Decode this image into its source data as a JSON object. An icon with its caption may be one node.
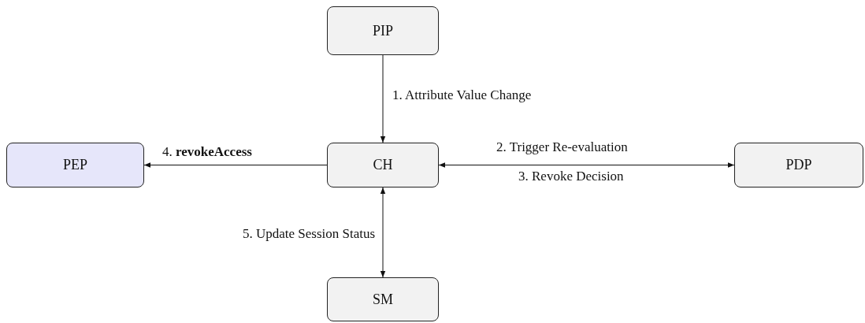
{
  "diagram": {
    "nodes": [
      {
        "text": [
          "PIP"
        ]
      },
      {
        "text": [
          "PEP"
        ]
      },
      {
        "text": [
          "CH"
        ]
      },
      {
        "text": [
          "PDP"
        ]
      },
      {
        "text": [
          "SM"
        ]
      }
    ],
    "edges": [
      {
        "from": 0,
        "to": 2,
        "arrow": "to",
        "label": "1. Attribute Value Change"
      },
      {
        "from": 2,
        "to": 1,
        "arrow": "to",
        "label": "4. **revokeAccess**"
      },
      {
        "from": 2,
        "to": 3,
        "arrow": "both",
        "label": "2. Trigger Re-evaluation"
      },
      {
        "from": 2,
        "to": 4,
        "arrow": "both",
        "label": "5. Update Session Status"
      }
    ],
    "labels": [
      "3. Revoke Decision"
    ]
  }
}
